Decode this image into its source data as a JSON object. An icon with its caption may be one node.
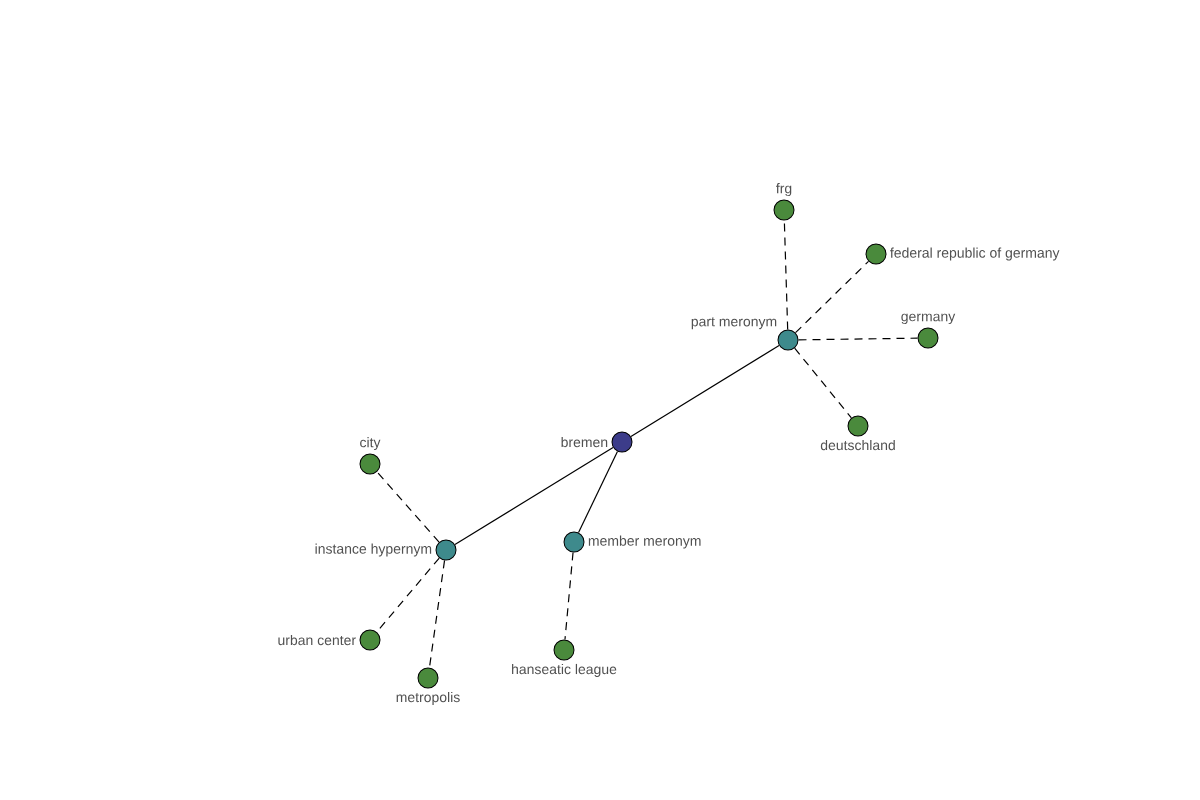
{
  "diagram": {
    "nodes": [
      {
        "text": [
          "frg"
        ]
      },
      {
        "text": [
          "federal republic of germany"
        ]
      },
      {
        "text": [
          "part meronym"
        ]
      },
      {
        "text": [
          "germany"
        ]
      },
      {
        "text": [
          "deutschland"
        ]
      },
      {
        "text": [
          "bremen"
        ]
      },
      {
        "text": [
          "city"
        ]
      },
      {
        "text": [
          "instance hypernym"
        ]
      },
      {
        "text": [
          "member meronym"
        ]
      },
      {
        "text": [
          "urban center"
        ]
      },
      {
        "text": [
          "hanseatic league"
        ]
      },
      {
        "text": [
          "metropolis"
        ]
      }
    ],
    "edges": [
      {
        "from": 5,
        "to": 2,
        "arrow": "none"
      },
      {
        "from": 5,
        "to": 7,
        "arrow": "none"
      },
      {
        "from": 5,
        "to": 8,
        "arrow": "none"
      },
      {
        "from": 2,
        "to": 0,
        "arrow": "none",
        "style": "dashed"
      },
      {
        "from": 2,
        "to": 1,
        "arrow": "none",
        "style": "dashed"
      },
      {
        "from": 2,
        "to": 3,
        "arrow": "none",
        "style": "dashed"
      },
      {
        "from": 2,
        "to": 4,
        "arrow": "none",
        "style": "dashed"
      },
      {
        "from": 7,
        "to": 6,
        "arrow": "none",
        "style": "dashed"
      },
      {
        "from": 7,
        "to": 9,
        "arrow": "none",
        "style": "dashed"
      },
      {
        "from": 7,
        "to": 11,
        "arrow": "none",
        "style": "dashed"
      },
      {
        "from": 8,
        "to": 10,
        "arrow": "none",
        "style": "dashed"
      }
    ]
  }
}
